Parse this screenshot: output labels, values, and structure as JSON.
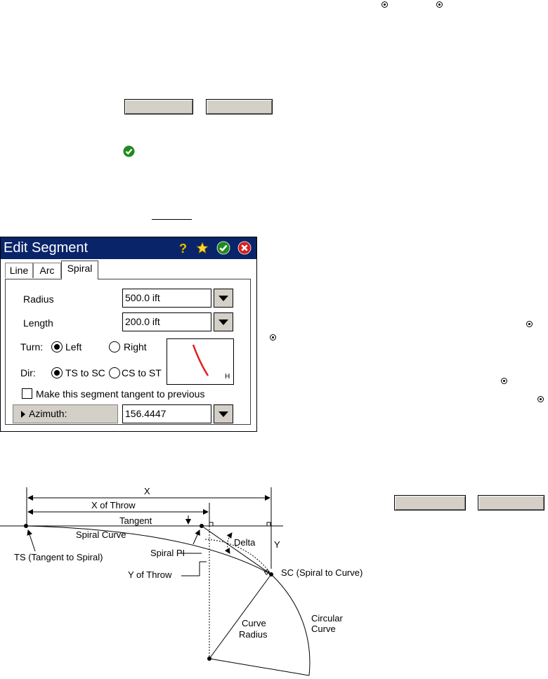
{
  "dialog": {
    "title": "Edit Segment",
    "tabs": [
      {
        "label": "Line",
        "active": false
      },
      {
        "label": "Arc",
        "active": false
      },
      {
        "label": "Spiral",
        "active": true
      }
    ],
    "radius": {
      "label": "Radius",
      "value": "500.0 ift"
    },
    "length": {
      "label": "Length",
      "value": "200.0 ift"
    },
    "turn": {
      "label": "Turn:",
      "left": "Left",
      "right": "Right",
      "selected": "Left"
    },
    "dir": {
      "label": "Dir:",
      "ts_to_sc": "TS to SC",
      "cs_to_st": "CS to ST",
      "selected": "TS to SC"
    },
    "preview_label": "H",
    "tangent_checkbox": {
      "label": "Make this segment tangent to previous",
      "checked": false
    },
    "azimuth": {
      "label": "Azimuth:",
      "value": "156.4447"
    }
  },
  "diagram": {
    "x": "X",
    "x_of_throw": "X of Throw",
    "tangent": "Tangent",
    "spiral_curve": "Spiral Curve",
    "delta": "Delta",
    "y": "Y",
    "ts": "TS (Tangent to Spiral)",
    "spiral_pi": "Spiral PI",
    "y_of_throw": "Y of Throw",
    "sc": "SC (Spiral to Curve)",
    "curve_radius_1": "Curve",
    "curve_radius_2": "Radius",
    "circular_curve_1": "Circular",
    "circular_curve_2": "Curve"
  },
  "colors": {
    "titlebar": "#0a246a",
    "check_green": "#1f8a1f",
    "close_red": "#d42020",
    "spiral_line": "#e02020"
  }
}
